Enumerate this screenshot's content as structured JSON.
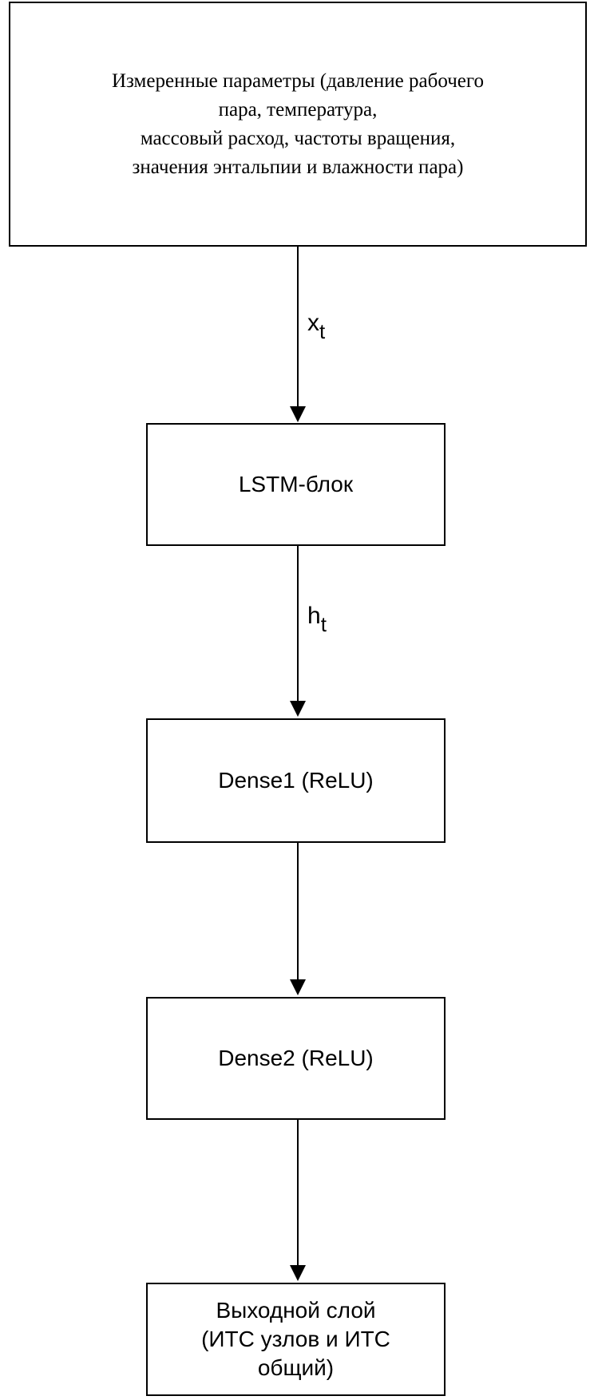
{
  "input_box": {
    "lines": [
      "Измеренные параметры (давление рабочего",
      "пара, температура,",
      "массовый расход, частоты вращения,",
      "значения энтальпии и влажности пара)"
    ]
  },
  "lstm_box": {
    "label": "LSTM-блок"
  },
  "dense1_box": {
    "label": "Dense1 (ReLU)"
  },
  "dense2_box": {
    "label": "Dense2 (ReLU)"
  },
  "output_box": {
    "lines": [
      "Выходной слой",
      "(ИТС узлов и ИТС",
      "общий)"
    ]
  },
  "edges": [
    {
      "from": "input_box",
      "to": "lstm_box",
      "label_main": "x",
      "label_sub": "t"
    },
    {
      "from": "lstm_box",
      "to": "dense1_box",
      "label_main": "h",
      "label_sub": "t"
    },
    {
      "from": "dense1_box",
      "to": "dense2_box"
    },
    {
      "from": "dense2_box",
      "to": "output_box"
    }
  ]
}
